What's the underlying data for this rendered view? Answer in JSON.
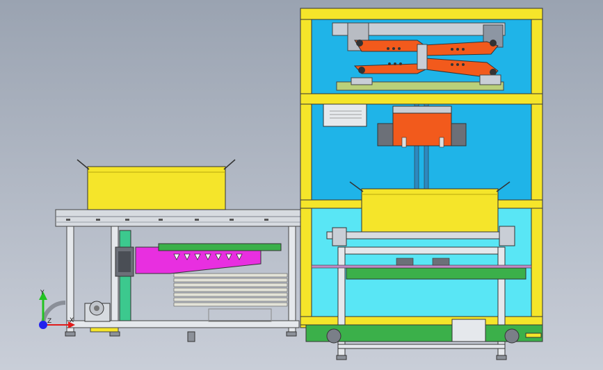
{
  "viewport": {
    "background_top": "#9aa3b1",
    "background_bottom": "#c9ced8"
  },
  "triad": {
    "y_label": "Y",
    "z_label": "Z",
    "x_label": "X",
    "y_color": "#22c322",
    "x_color": "#e01b1b",
    "z_color": "#2222ee"
  },
  "colors": {
    "frame_yellow": "#f5e52a",
    "panel_blue": "#1fb4e8",
    "panel_cyan": "#59e6f5",
    "arm_orange": "#f25a1c",
    "accent_magenta": "#e82fe0",
    "plate_green": "#3bb04a",
    "steel": "#cfd3d8",
    "dark_steel": "#6a6f78"
  }
}
